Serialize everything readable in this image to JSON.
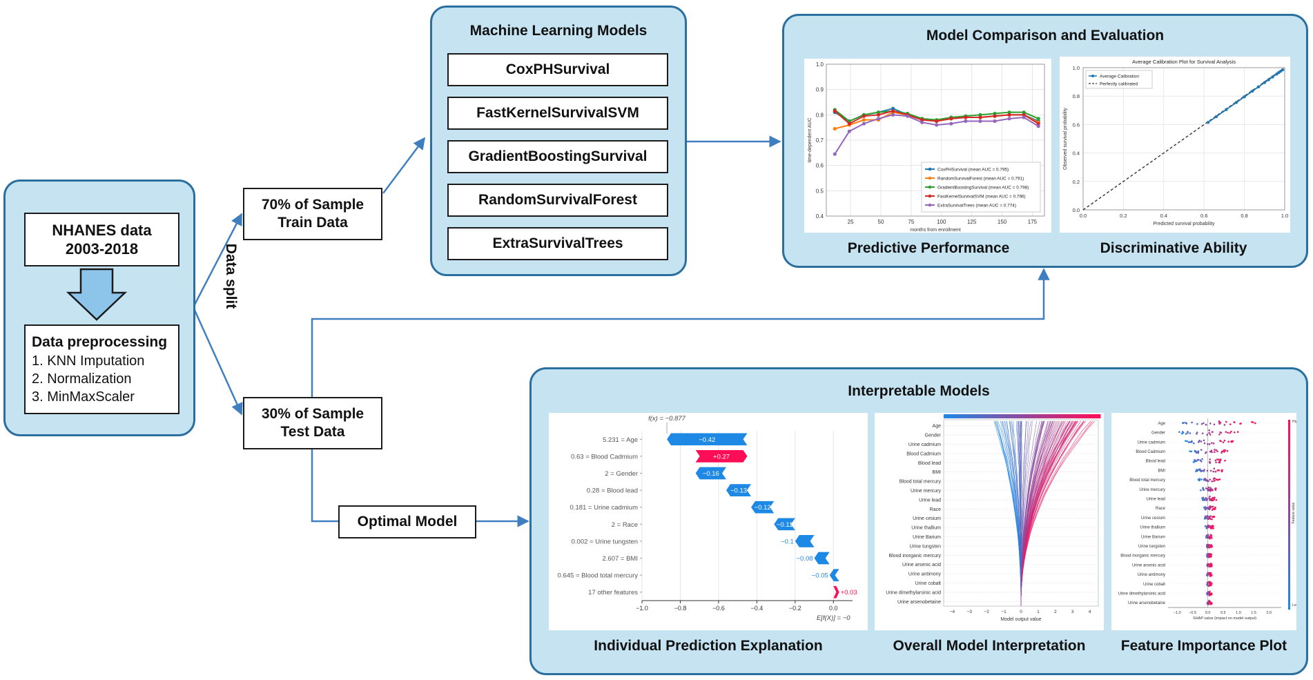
{
  "nhanes": {
    "line1": "NHANES data",
    "line2": "2003-2018"
  },
  "preprocessing": {
    "title": "Data preprocessing",
    "steps": [
      "1. KNN Imputation",
      "2. Normalization",
      "3. MinMaxScaler"
    ]
  },
  "split_label": "Data split",
  "train": {
    "line1": "70% of Sample",
    "line2": "Train Data"
  },
  "test": {
    "line1": "30% of Sample",
    "line2": "Test Data"
  },
  "optimal_model": "Optimal Model",
  "ml": {
    "title": "Machine Learning Models",
    "models": [
      "CoxPHSurvival",
      "FastKernelSurvivalSVM",
      "GradientBoostingSurvival",
      "RandomSurvivalForest",
      "ExtraSurvivalTrees"
    ]
  },
  "comparison": {
    "title": "Model Comparison and Evaluation",
    "left_caption": "Predictive Performance",
    "right_caption": "Discriminative Ability"
  },
  "interpretable": {
    "title": "Interpretable Models",
    "captions": [
      "Individual Prediction Explanation",
      "Overall Model Interpretation",
      "Feature Importance Plot"
    ]
  },
  "colors": {
    "panel_fill": "#c6e3f2",
    "panel_border": "#2a6f9e",
    "arrow": "#3f7fc0",
    "shap_blue": "#1e88e5",
    "shap_red": "#ff0d57"
  },
  "chart_data": [
    {
      "type": "line",
      "xlabel": "months from enrollment",
      "ylabel": "time-dependent AUC",
      "xticks": [
        25,
        50,
        75,
        100,
        125,
        150,
        175
      ],
      "yticks": [
        "0.4",
        "0.5",
        "0.6",
        "0.7",
        "0.8",
        "0.9",
        "1.0"
      ],
      "ylim": [
        0.4,
        1.0
      ],
      "xlim": [
        5,
        185
      ],
      "legend_placement": "lower-right",
      "x": [
        12,
        24,
        36,
        48,
        60,
        72,
        84,
        96,
        108,
        120,
        132,
        144,
        156,
        168,
        180
      ],
      "series": [
        {
          "name": "CoxPHSurvival (mean AUC = 0.795)",
          "color": "#1f77b4",
          "values": [
            0.81,
            0.775,
            0.8,
            0.81,
            0.825,
            0.8,
            0.78,
            0.775,
            0.785,
            0.79,
            0.79,
            0.795,
            0.8,
            0.8,
            0.775
          ]
        },
        {
          "name": "RandomSurvivalForest (mean AUC = 0.791)",
          "color": "#ff7f0e",
          "values": [
            0.745,
            0.76,
            0.78,
            0.78,
            0.81,
            0.8,
            0.78,
            0.775,
            0.785,
            0.79,
            0.79,
            0.795,
            0.8,
            0.8,
            0.77
          ]
        },
        {
          "name": "GradientBoostingSurvival (mean AUC = 0.798)",
          "color": "#2ca02c",
          "values": [
            0.82,
            0.775,
            0.8,
            0.81,
            0.815,
            0.805,
            0.785,
            0.78,
            0.79,
            0.795,
            0.8,
            0.805,
            0.81,
            0.81,
            0.785
          ]
        },
        {
          "name": "FastKernelSurvivalSVM (mean AUC = 0.796)",
          "color": "#d62728",
          "values": [
            0.815,
            0.765,
            0.795,
            0.8,
            0.815,
            0.8,
            0.78,
            0.775,
            0.785,
            0.79,
            0.79,
            0.795,
            0.8,
            0.8,
            0.765
          ]
        },
        {
          "name": "ExtraSurvivalTrees (mean AUC = 0.774)",
          "color": "#9467bd",
          "values": [
            0.645,
            0.735,
            0.765,
            0.785,
            0.8,
            0.795,
            0.77,
            0.76,
            0.765,
            0.775,
            0.775,
            0.775,
            0.785,
            0.79,
            0.755
          ]
        }
      ]
    },
    {
      "type": "line",
      "title": "Average Calibration Plot for Survival Analysis",
      "xlabel": "Predicted survival probability",
      "ylabel": "Observed survival probability",
      "xticks": [
        "0.0",
        "0.2",
        "0.4",
        "0.6",
        "0.8",
        "1.0"
      ],
      "yticks": [
        "0.0",
        "0.2",
        "0.4",
        "0.6",
        "0.8",
        "1.0"
      ],
      "legend_placement": "upper-left",
      "series": [
        {
          "name": "Average Calibration",
          "color": "#1f77b4",
          "x": [
            0.62,
            0.66,
            0.71,
            0.76,
            0.8,
            0.84,
            0.87,
            0.9,
            0.92,
            0.94,
            0.96,
            0.97,
            0.98,
            0.99
          ],
          "values": [
            0.615,
            0.655,
            0.705,
            0.755,
            0.795,
            0.835,
            0.865,
            0.895,
            0.915,
            0.935,
            0.955,
            0.965,
            0.975,
            0.985
          ]
        },
        {
          "name": "Perfectly calibrated",
          "color": "#333333",
          "x": [
            0,
            1
          ],
          "values": [
            0,
            1
          ]
        }
      ]
    },
    {
      "type": "bar",
      "subtype": "shap-waterfall",
      "fx_label": "f(x) = −0.877",
      "ef_label": "E[f(X)] = −0",
      "xticks": [
        "−1.0",
        "−0.8",
        "−0.6",
        "−0.4",
        "−0.2",
        "0.0"
      ],
      "xlim": [
        -1.0,
        0.1
      ],
      "base_value": 0.0,
      "features": [
        {
          "label": "5.231 = Age",
          "value": -0.42,
          "text": "−0.42"
        },
        {
          "label": "0.63 = Blood Cadmium",
          "value": 0.27,
          "text": "+0.27"
        },
        {
          "label": "2 = Gender",
          "value": -0.16,
          "text": "−0.16"
        },
        {
          "label": "0.28 = Blood lead",
          "value": -0.13,
          "text": "−0.13"
        },
        {
          "label": "0.181 = Urine cadmium",
          "value": -0.12,
          "text": "−0.12"
        },
        {
          "label": "2 = Race",
          "value": -0.11,
          "text": "−0.11"
        },
        {
          "label": "0.002 = Urine tungsten",
          "value": -0.1,
          "text": "−0.1"
        },
        {
          "label": "2.607 = BMI",
          "value": -0.08,
          "text": "−0.08"
        },
        {
          "label": "0.645 = Blood total mercury",
          "value": -0.05,
          "text": "−0.05"
        },
        {
          "label": "17 other features",
          "value": 0.03,
          "text": "+0.03"
        }
      ]
    },
    {
      "type": "line",
      "subtype": "shap-decision",
      "xlabel": "Model output value",
      "xticks": [
        "−4",
        "−3",
        "−2",
        "−1",
        "0",
        "1",
        "2",
        "3",
        "4"
      ],
      "features": [
        "Age",
        "Gender",
        "Urine cadmium",
        "Blood Cadmium",
        "Blood lead",
        "BMI",
        "Blood total mercury",
        "Urine mercury",
        "Urine lead",
        "Race",
        "Urine cesium",
        "Urine thallium",
        "Urine Barium",
        "Urine tungsten",
        "Blood inorganic mercury",
        "Urine arsenic acid",
        "Urine antimony",
        "Urine cobalt",
        "Urine dimethylarsinic acid",
        "Urine arsenobetaine"
      ]
    },
    {
      "type": "scatter",
      "subtype": "shap-beeswarm",
      "xlabel": "SHAP value (impact on model output)",
      "colorbar_label": "Feature value",
      "colorbar_high": "High",
      "colorbar_low": "Low",
      "xticks": [
        "−1.0",
        "−0.5",
        "0.0",
        "0.5",
        "1.0",
        "1.5",
        "2.0"
      ],
      "features": [
        "Age",
        "Gender",
        "Urine cadmium",
        "Blood Cadmium",
        "Blood lead",
        "BMI",
        "Blood total mercury",
        "Urine mercury",
        "Urine lead",
        "Race",
        "Urine cesium",
        "Urine thallium",
        "Urine Barium",
        "Urine tungsten",
        "Blood inorganic mercury",
        "Urine arsenic acid",
        "Urine antimony",
        "Urine cobalt",
        "Urine dimethylarsinic acid",
        "Urine arsenobetaine"
      ]
    }
  ]
}
